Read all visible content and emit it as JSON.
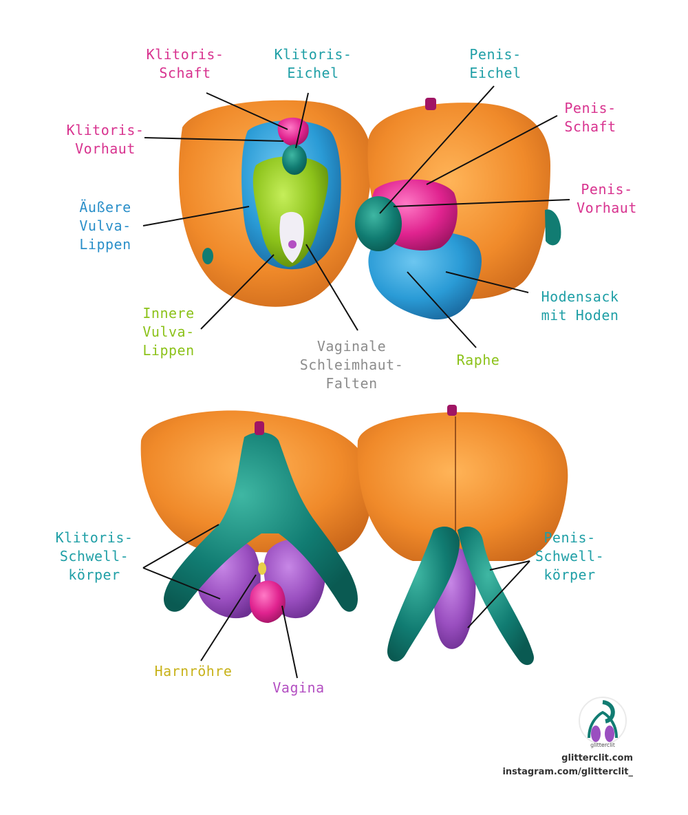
{
  "labels": {
    "klitoris_schaft": "Klitoris-\nSchaft",
    "klitoris_eichel": "Klitoris-\nEichel",
    "klitoris_vorhaut": "Klitoris-\nVorhaut",
    "aeussere_vulva_lippen": "Äußere\nVulva-\nLippen",
    "innere_vulva_lippen": "Innere\nVulva-\nLippen",
    "vaginale_schleimhaut_falten": "Vaginale\nSchleimhaut-\nFalten",
    "penis_eichel": "Penis-\nEichel",
    "penis_schaft": "Penis-\nSchaft",
    "penis_vorhaut": "Penis-\nVorhaut",
    "hodensack_mit_hoden": "Hodensack\nmit Hoden",
    "raphe": "Raphe",
    "klitoris_schwellkoerper": "Klitoris-\nSchwell-\nkörper",
    "penis_schwellkoerper": "Penis-\nSchwell-\nkörper",
    "harnroehre": "Harnröhre",
    "vagina": "Vagina"
  },
  "footer": {
    "logo_text": "glitterclit",
    "website": "glitterclit.com",
    "instagram": "instagram.com/glitterclit_"
  },
  "colors": {
    "orange": "#f08a2a",
    "teal": "#117c72",
    "pink": "#e0238f",
    "blue": "#2a9bd6",
    "green": "#8cc21a",
    "purple": "#9a4fc0"
  }
}
